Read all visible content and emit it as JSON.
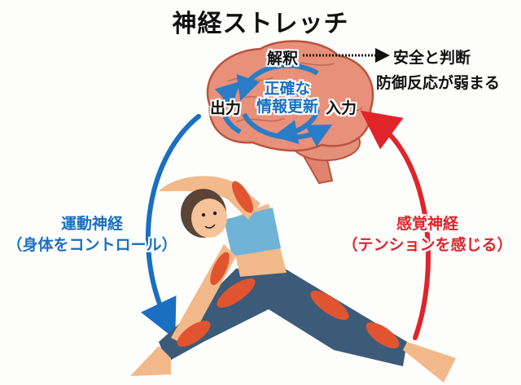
{
  "title": "神経ストレッチ",
  "brain": {
    "top_label": "解釈",
    "left_label": "出力",
    "right_label": "入力",
    "center_label_line1": "正確な",
    "center_label_line2": "情報更新"
  },
  "result": {
    "line1": "安全と判断",
    "line2": "防御反応が弱まる"
  },
  "motor_nerve": {
    "line1": "運動神経",
    "line2": "（身体をコントロール）",
    "color": "#1a6fc0"
  },
  "sensory_nerve": {
    "line1": "感覚神経",
    "line2": "（テンションを感じる）",
    "color": "#e0242a"
  },
  "colors": {
    "brain": "#e8907a",
    "brain_outline": "#b8553f",
    "skin": "#f3b98a",
    "top": "#6fb3d6",
    "leggings": "#3c5b78",
    "muscle": "#e0552f",
    "hair": "#5a4436"
  }
}
